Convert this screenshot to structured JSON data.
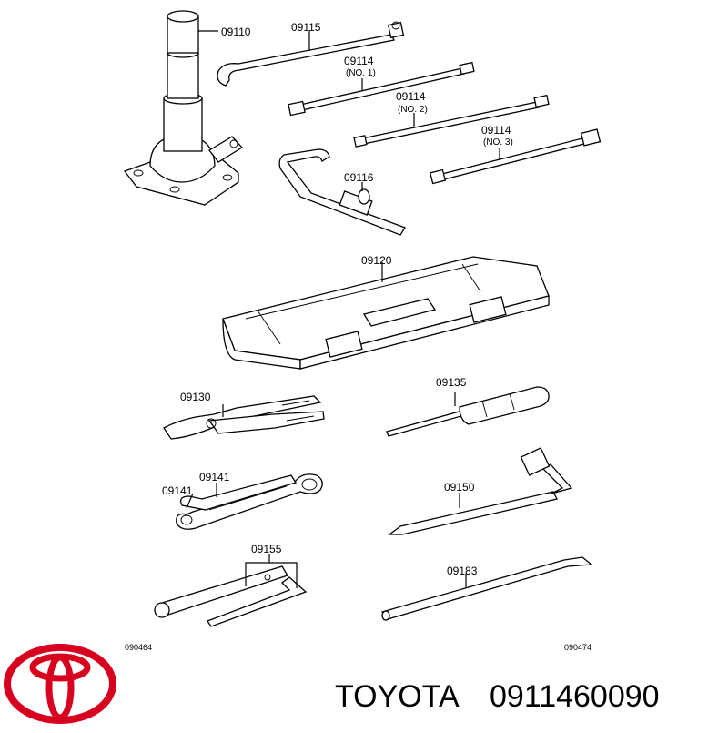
{
  "colors": {
    "logo": "#d7001f",
    "ink": "#000000"
  },
  "labels": {
    "p09110": "09110",
    "p09115": "09115",
    "p09114a": "09114",
    "no1": "(NO. 1)",
    "p09114b": "09114",
    "no2": "(NO. 2)",
    "p09114c": "09114",
    "no3": "(NO. 3)",
    "p09116": "09116",
    "p09120": "09120",
    "p09130": "09130",
    "p09135": "09135",
    "p09141a": "09141",
    "p09141b": "09141",
    "p09150": "09150",
    "p09155": "09155",
    "p09183": "09183",
    "ref_left": "090464",
    "ref_right": "090474"
  },
  "footer": {
    "logo_icon": "toyota-logo-icon",
    "brand": "TOYOTA",
    "part_number": "0911460090"
  }
}
